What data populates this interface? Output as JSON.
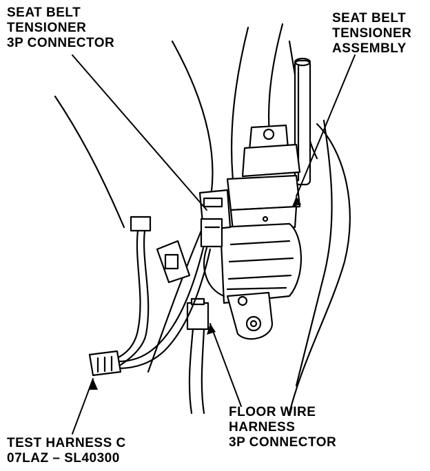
{
  "callouts": {
    "tensioner_connector": [
      "SEAT BELT",
      "TENSIONER",
      "3P CONNECTOR"
    ],
    "tensioner_assembly": [
      "SEAT BELT",
      "TENSIONER",
      "ASSEMBLY"
    ],
    "floor_harness": [
      "FLOOR WIRE",
      "HARNESS",
      "3P CONNECTOR"
    ],
    "test_harness": [
      "TEST HARNESS C",
      "07LAZ – SL40300"
    ]
  },
  "colors": {
    "ink": "#000000",
    "paper": "#ffffff"
  }
}
